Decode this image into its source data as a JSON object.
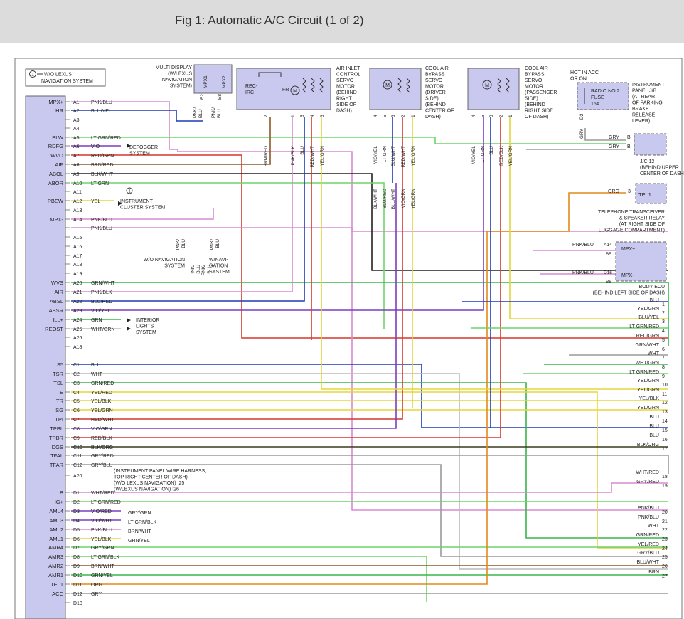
{
  "page": {
    "title": "Fig 1: Automatic A/C Circuit (1 of 2)"
  },
  "legend": {
    "symbol": "1",
    "text": [
      "W/O LEXUS",
      "NAVIGATION SYSTEM"
    ]
  },
  "left_connector_pins": [
    "MPX+",
    "HR",
    "",
    "",
    "BLW",
    "RDFG",
    "WVO",
    "AIF",
    "ABOL",
    "ABOR",
    "",
    "PBEW",
    "",
    "MPX-",
    "",
    "",
    "",
    "",
    "",
    "WVS",
    "AIR",
    "ABSL",
    "ABSR",
    "ILL+",
    "REOST",
    "",
    "S5",
    "TSR",
    "TSL",
    "TE",
    "TR",
    "SG",
    "TPI",
    "TPBL",
    "TPBR",
    "DGS",
    "TFAL",
    "TFAR",
    "",
    "B",
    "IG+",
    "AML4",
    "AML3",
    "AML2",
    "AML1",
    "AMR4",
    "AMR3",
    "AMR2",
    "AMR1",
    "TEL1",
    "ACC"
  ],
  "left_pin_ids": [
    "A1",
    "A2",
    "A3",
    "A4",
    "A5",
    "A6",
    "A7",
    "A8",
    "A9",
    "A10",
    "A11",
    "A12",
    "A13",
    "A14",
    "A15",
    "A16",
    "A17",
    "A18",
    "A19",
    "A20",
    "A21",
    "A22",
    "A23",
    "A24",
    "A25",
    "A26",
    "A18",
    "C1",
    "C2",
    "C3",
    "C4",
    "C5",
    "C6",
    "C7",
    "C8",
    "C9",
    "C10",
    "C11",
    "C12",
    "A20",
    "D1",
    "D2",
    "D3",
    "D4",
    "D5",
    "D6",
    "D7",
    "D8",
    "D9",
    "D10",
    "D11",
    "D12",
    "D13"
  ],
  "left_wire_colors": [
    "PNK/BLU",
    "BLU/YEL",
    "",
    "",
    "LT GRN/RED",
    "VIO",
    "RED/GRN",
    "BRN/RED",
    "BLK/WHT",
    "LT GRN",
    "",
    "YEL",
    "",
    "PNK/BLU",
    "",
    "",
    "",
    "",
    "",
    "GRN/WHT",
    "PNK/BLK",
    "BLU/RED",
    "VIO/YEL",
    "GRN",
    "WHT/GRN",
    "",
    "",
    "BLU",
    "WHT",
    "GRN/RED",
    "YEL/RED",
    "YEL/BLK",
    "YEL/GRN",
    "RED/WHT",
    "VIO/GRN",
    "RED/BLK",
    "BLK/ORG",
    "GRY/RED",
    "GRY/BLU",
    "",
    "WHT/RED",
    "LT GRN/RED",
    "VIO/RED",
    "VIO/WHT",
    "PNK/BLU",
    "YEL/BLK",
    "GRY/GRN",
    "LT GRN/BLK",
    "BRN/WHT",
    "GRN/YEL",
    "ORG",
    "GRY",
    ""
  ],
  "pin_a14_extra": "PNK/BLU",
  "aml_extra_colors": [
    "GRY/GRN",
    "LT GRN/BLK",
    "BRN/WHT",
    "GRN/YEL"
  ],
  "notes": {
    "defogger": [
      "DEFOGGER",
      "SYSTEM"
    ],
    "instrument_cluster": [
      "INSTRUMENT",
      "CLUSTER SYSTEM"
    ],
    "interior_lights": [
      "INTERIOR",
      "LIGHTS",
      "SYSTEM"
    ],
    "wo_nav": [
      "W/O NAVIGATION",
      "SYSTEM"
    ],
    "w_nav": [
      "W/NAVI-",
      "GATION",
      "SYSTEM"
    ],
    "harness": [
      "(INSTRUMENT PANEL WIRE HARNESS,",
      "TOP RIGHT CENTER OF DASH)",
      "(W/O LEXUS NAVIGATION) I25",
      "(W/LEXUS NAVIGATION) I26"
    ],
    "nav_wires": [
      "PNK/",
      "BLU",
      "PNK/",
      "BLU"
    ],
    "nav_wires_lower": [
      "PNK/",
      "BLU",
      "PNK/",
      "BLU"
    ],
    "mpx_minus_label": "PNK/BLU"
  },
  "multi_display": {
    "label": [
      "MULTI DISPLAY",
      "(W/LEXUS",
      "NAVIGATION",
      "SYSTEM)"
    ],
    "pins": [
      "MPX1",
      "MPX2"
    ],
    "pin_ids": [
      "B2",
      "B8"
    ],
    "wires": [
      "PNK/",
      "BLU",
      "PNK/",
      "BLU"
    ]
  },
  "air_inlet": {
    "label": [
      "AIR INLET",
      "CONTROL",
      "SERVO",
      "MOTOR",
      "(BEHIND",
      "RIGHT",
      "SIDE OF",
      "DASH)"
    ],
    "inner": [
      "REC-",
      "IRC",
      "FR",
      "M"
    ],
    "pin_ids": [
      "2",
      "1",
      "5",
      "4",
      "3"
    ],
    "wires": [
      "BRN/RED",
      "PNK/BLK",
      "BLU",
      "RED/WHT",
      "YEL/GRN"
    ]
  },
  "cool_driver": {
    "label": [
      "COOL AIR",
      "BYPASS",
      "SERVO",
      "MOTOR",
      "(DRIVER",
      "SIDE)",
      "(BEHIND",
      "CENTER OF",
      "DASH)"
    ],
    "pin_ids": [
      "4",
      "5",
      "3",
      "2",
      "1"
    ],
    "wires": [
      "VIO/YEL",
      "LT GRN",
      "BLU/WHT",
      "RED/WHT",
      "YEL/GRN"
    ],
    "lower_wires": [
      "BLK/WHT",
      "BLU/RED",
      "BLU/WHT",
      "VIO/GRN",
      "YEL/GRN"
    ]
  },
  "cool_passenger": {
    "label": [
      "COOL AIR",
      "BYPASS",
      "SERVO",
      "MOTOR",
      "(PASSENGER",
      "SIDE)",
      "(BEHIND",
      "RIGHT SIDE",
      "OF DASH)"
    ],
    "pin_ids": [
      "4",
      "5",
      "3",
      "2",
      "1"
    ],
    "wires": [
      "VIO/YEL",
      "LT GRN",
      "BLU",
      "RED/BLK",
      "YEL/GRN"
    ]
  },
  "fuse": {
    "hot": [
      "HOT IN ACC",
      "OR ON"
    ],
    "inner": [
      "RADIO NO.2",
      "FUSE",
      "15A"
    ],
    "label": [
      "INSTRUMENT",
      "PANEL J/B",
      "(AT REAR",
      "OF PARKING",
      "BRAKE",
      "RELEASE",
      "LEVER)"
    ],
    "pin": "D2",
    "wire": "GRY"
  },
  "jc12": {
    "wires": [
      "GRY",
      "GRY"
    ],
    "pins": [
      "B",
      "B"
    ],
    "label": [
      "J/C 12",
      "(BEHIND UPPER",
      "CENTER OF DASH)"
    ]
  },
  "tel": {
    "wire": "ORG",
    "pin": "3",
    "name": "TEL1",
    "label": [
      "TELEPHONE TRANSCEIVER",
      "& SPEAKER RELAY",
      "(AT RIGHT SIDE OF",
      "LUGGAGE COMPARTMENT)"
    ]
  },
  "body_ecu": {
    "pins": [
      "MPX+",
      "MPX-"
    ],
    "pin_ids": [
      "A14",
      "B5",
      "D16",
      "B8"
    ],
    "wires": [
      "PNK/BLU",
      "PNK/BLU"
    ],
    "label": [
      "BODY ECU",
      "(BEHIND LEFT SIDE OF DASH)"
    ]
  },
  "right_outputs": [
    {
      "n": "1",
      "w": "BLU"
    },
    {
      "n": "2",
      "w": "YEL/GRN"
    },
    {
      "n": "3",
      "w": "BLU/YEL"
    },
    {
      "n": "4",
      "w": "LT GRN/RED"
    },
    {
      "n": "5",
      "w": "RED/GRN"
    },
    {
      "n": "6",
      "w": "GRN/WHT"
    },
    {
      "n": "7",
      "w": "WHT"
    },
    {
      "n": "8",
      "w": "WHT/GRN"
    },
    {
      "n": "9",
      "w": "LT GRN/RED"
    },
    {
      "n": "10",
      "w": "YEL/GRN"
    },
    {
      "n": "11",
      "w": "YEL/GRN"
    },
    {
      "n": "12",
      "w": "YEL/BLK"
    },
    {
      "n": "13",
      "w": "YEL/GRN"
    },
    {
      "n": "14",
      "w": "BLU"
    },
    {
      "n": "15",
      "w": "BLU"
    },
    {
      "n": "16",
      "w": "BLU"
    },
    {
      "n": "17",
      "w": "BLK/ORG"
    },
    {
      "n": "18",
      "w": "WHT/RED"
    },
    {
      "n": "19",
      "w": "GRY/RED"
    },
    {
      "n": "20",
      "w": "PNK/BLU"
    },
    {
      "n": "21",
      "w": "PNK/BLU"
    },
    {
      "n": "22",
      "w": "WHT"
    },
    {
      "n": "23",
      "w": "GRN/RED"
    },
    {
      "n": "24",
      "w": "YEL/RED"
    },
    {
      "n": "25",
      "w": "GRY/BLU"
    },
    {
      "n": "26",
      "w": "BLU/WHT"
    },
    {
      "n": "27",
      "w": "BRN"
    }
  ],
  "colors": {
    "BLU": "#1f3bb3",
    "YEL": "#e3d63a",
    "GRN": "#38b54a",
    "LTGRN": "#6fd36a",
    "RED": "#d6372b",
    "PNK": "#d98ad0",
    "VIO": "#7b3fbf",
    "BRN": "#8a5a2b",
    "ORG": "#e38a1a",
    "GRY": "#9a9a9a",
    "BLK": "#222222",
    "WHT": "#bbbbbb",
    "box": "#c9c8ee"
  }
}
